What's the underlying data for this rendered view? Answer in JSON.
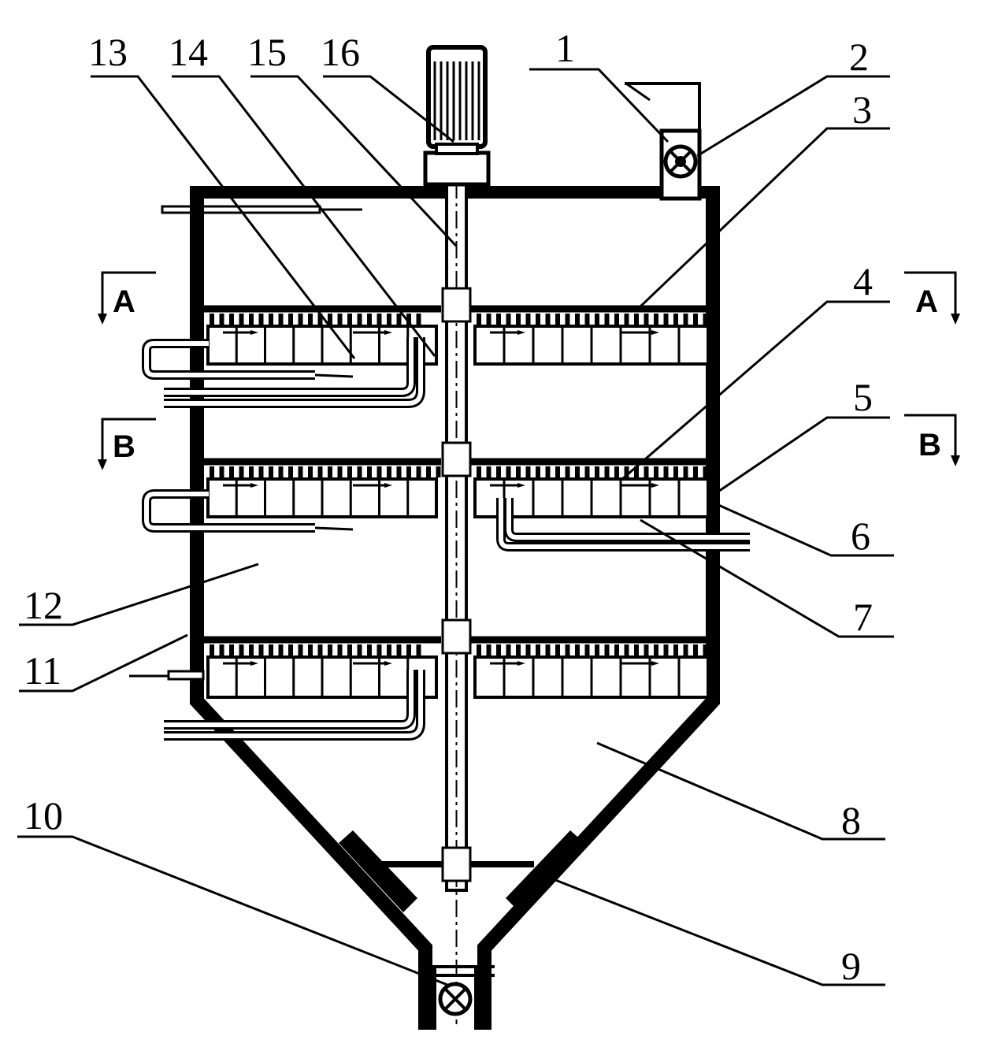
{
  "labels": {
    "n1": "1",
    "n2": "2",
    "n3": "3",
    "n4": "4",
    "n5": "5",
    "n6": "6",
    "n7": "7",
    "n8": "8",
    "n9": "9",
    "n10": "10",
    "n11": "11",
    "n12": "12",
    "n13": "13",
    "n14": "14",
    "n15": "15",
    "n16": "16"
  },
  "sections": {
    "a_left": "A",
    "a_right": "A",
    "b_left": "B",
    "b_right": "B"
  }
}
